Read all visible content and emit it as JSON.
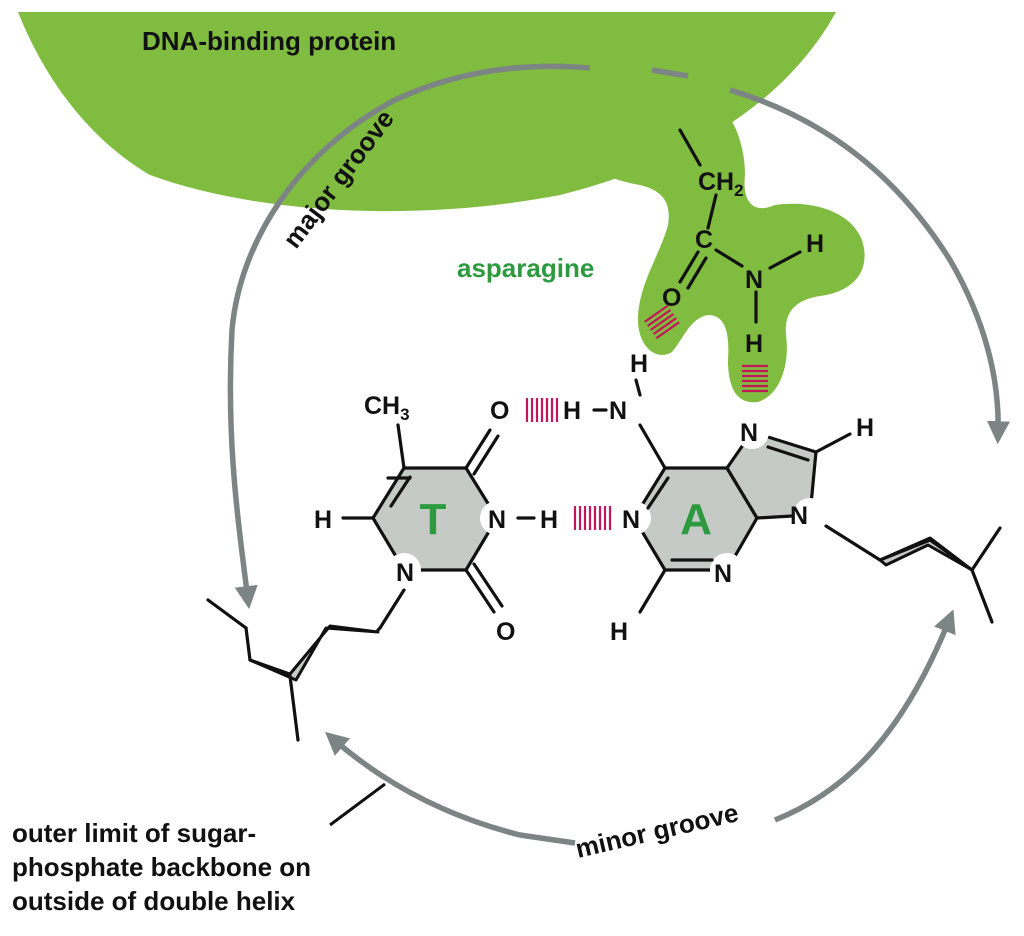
{
  "labels": {
    "protein": "DNA-binding protein",
    "major_groove": "major groove",
    "minor_groove": "minor groove",
    "asparagine": "asparagine",
    "backbone_line1": "outer limit of sugar-",
    "backbone_line2": "phosphate backbone on",
    "backbone_line3": "outside of double helix"
  },
  "bases": {
    "thymine": "T",
    "adenine": "A"
  },
  "atoms": {
    "ch": "CH",
    "ch2_sub": "2",
    "ch3_sub": "3",
    "c": "C",
    "o": "O",
    "n": "N",
    "h": "H",
    "dash": "–"
  },
  "colors": {
    "protein_green": "#80bc3f",
    "label_green": "#2e9a3f",
    "hydrogen_bond": "#c2185b",
    "arc_gray": "#7d8584",
    "ring_fill": "#c5cac7"
  }
}
